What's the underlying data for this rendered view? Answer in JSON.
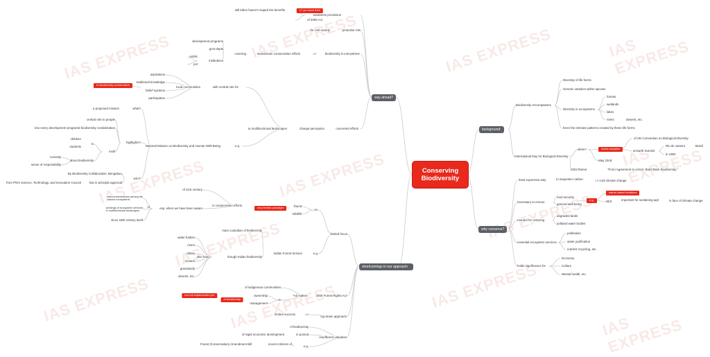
{
  "central": {
    "title": "Conserving\nBiodiversity"
  },
  "watermark": "IAS EXPRESS",
  "topics": {
    "background": "background:",
    "way_ahead": "way ahead?",
    "why_conserve": "why conserve?",
    "shortcomings": "shortcomings in our approach"
  },
  "background": {
    "encompasses": "Biodiversity encompasses",
    "diversity_life": "Diversity of life forms",
    "genetic": "Genetic variation within species",
    "ecosystems": "Diversity in ecosystems",
    "forests": "forests",
    "wetlands": "wetlands",
    "lakes": "lakes",
    "rivers": "rivers",
    "deserts": "deserts, etc.",
    "patterns": "Even the intricate patterns created by these life forms",
    "intl_day": "International Day for Biological Diversity",
    "when": "when?",
    "marks_adoption": "marks adoption",
    "of_un": "of UN Convention on Biological Diversity",
    "earth_summit": "at Earth Summit",
    "rio": "Rio de Janeiro",
    "brazil": "Brazil",
    "in_1992": "in 1992",
    "may22": "May 22nd",
    "theme_label": "2023 theme:",
    "theme": "\"From Agreement to Action: Build Back Biodiversity.\""
  },
  "why": {
    "least_expensive": "least expensive way",
    "sequester": "to sequester carbon",
    "curb": "=> curb climate change",
    "necessary": "necessary to ensure",
    "food": "food security",
    "wellbeing": "general well-being",
    "eg": "e.g.",
    "nature_based": "nature-based solutions",
    "ndcs": "NbS",
    "important_ndcs": "important for sustaining agri",
    "face_climate": "in face of climate change",
    "restoring": "needed for restoring",
    "degraded": "degraded lands",
    "polluted": "polluted water bodies",
    "essential": "essential ecosystem services",
    "pollination": "pollination",
    "water_purification": "water purification",
    "nutrient": "nutrient recycling, etc.",
    "significance": "holds significance for",
    "economy": "Economy",
    "culture": "Culture",
    "mental": "Mental health, etc."
  },
  "way": {
    "weakness": "weakness provisions",
    "yet_tribes": "17 yrs since then",
    "still_tribes": "still tribes haven't reaped the benefits",
    "fra": "of 2006 Act",
    "civil": "for civil society",
    "proactive": "proactive role",
    "everywhere": "biodiversity is everywhere",
    "arrow": "=>",
    "mainstream": "mainstream conservation efforts",
    "covering": "covering",
    "dev_programs": "development programs",
    "govt_depts": "govt depts",
    "institutions": "institutions",
    "public": "public",
    "pvt": "pvt",
    "central_role": "with central role for",
    "local_communities": "local communities",
    "aspirations": "aspirations",
    "traditional": "traditional knowledge",
    "belief": "belief systems",
    "participation": "participation",
    "in_conservation": "in biodiversity conservation",
    "concerted": "concerted efforts",
    "change_perception": "change perception",
    "multifunctional": "to multifunctional landscapes",
    "eg": "e.g.",
    "mission": "National Mission on Biodiversity and Human Well-Being",
    "what": "what?",
    "proposed": "a proposed mission",
    "highlights": "highlights?",
    "central_role_people": "central role to people",
    "embed": "embed biodiversity consideration",
    "into_dev": "into every development program",
    "instil": "instil",
    "in": "in",
    "children": "children",
    "students": "students",
    "about_bio": "about biodiversity",
    "curiosity": "curiosity",
    "responsibility": "sense of responsibility",
    "who": "who?",
    "collaborative": "By Biodiversity Collaborative, Bengaluru",
    "approval": "has in principle approval",
    "pm_council": "from PM's Science, Technology, and Innovation Council"
  },
  "short": {
    "limited_focus": "limited focus",
    "on": "on",
    "fauna": "'fauna'",
    "wildlife": "'wildlife'",
    "very_limited": "very limited paradigm",
    "in_conservation": "in conservation efforts",
    "of_21": "of 21st century",
    "esp": "esp. when we have been aware",
    "of": "of",
    "interconnect": "interconnectedness among the\nvarious ecosystems",
    "workings": "workings of ecosystem services\nin multifunctional landscapes",
    "since_19": "since 19th century itself",
    "eg": "e.g.",
    "ifs": "Indian Forest Service",
    "main_custodian": "main custodian of biodiversity",
    "though": "though Indian biodiversity",
    "also_has": "also has",
    "water_bodies": "water bodies",
    "rivers": "rivers",
    "deltas": "deltas",
    "oceans": "oceans",
    "grasslands": "grasslands",
    "deserts": "deserts, etc.",
    "fra": "2006 Forest Rights Act",
    "but_not": "but not implemented yet",
    "of_biodiversity": "of biodiversity",
    "to_stakes": "*nd stakes",
    "to_indigenous": "of indigenous communities",
    "in": "in",
    "ownership": "ownership",
    "management": "management",
    "top_down": "top-down approach",
    "limited_success": "limited success",
    "arrow": "=>",
    "insufficient": "insufficient valuation",
    "of_bio": "of biodiversity",
    "in_pursuit": "in pursuit",
    "of_rapid": "of rapid economic development",
    "eg2": "e.g.",
    "recent_criticism": "recent criticism of",
    "forest_bill": "Forest (Conservation) Amendment Bill"
  },
  "colors": {
    "accent": "#e8291c",
    "topic": "#5c5f66",
    "line": "#c9c9c9"
  }
}
